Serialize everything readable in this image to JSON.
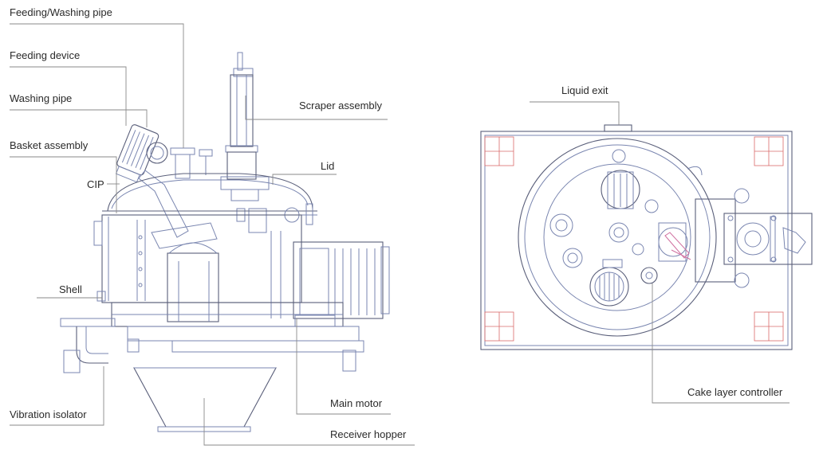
{
  "labels": {
    "feeding_washing_pipe": "Feeding/Washing pipe",
    "feeding_device": "Feeding device",
    "washing_pipe": "Washing pipe",
    "basket_assembly": "Basket assembly",
    "cip": "CIP",
    "shell": "Shell",
    "vibration_isolator": "Vibration isolator",
    "scraper_assembly": "Scraper assembly",
    "lid": "Lid",
    "main_motor": "Main motor",
    "receiver_hopper": "Receiver hopper",
    "liquid_exit": "Liquid exit",
    "cake_layer_controller": "Cake layer controller"
  },
  "colors": {
    "drawing_line": "#7a86b0",
    "leader_line": "#8a8a8a",
    "red_marks": "#d96a6a",
    "pink_marks": "#d070a0",
    "text": "#2a2a2a"
  }
}
